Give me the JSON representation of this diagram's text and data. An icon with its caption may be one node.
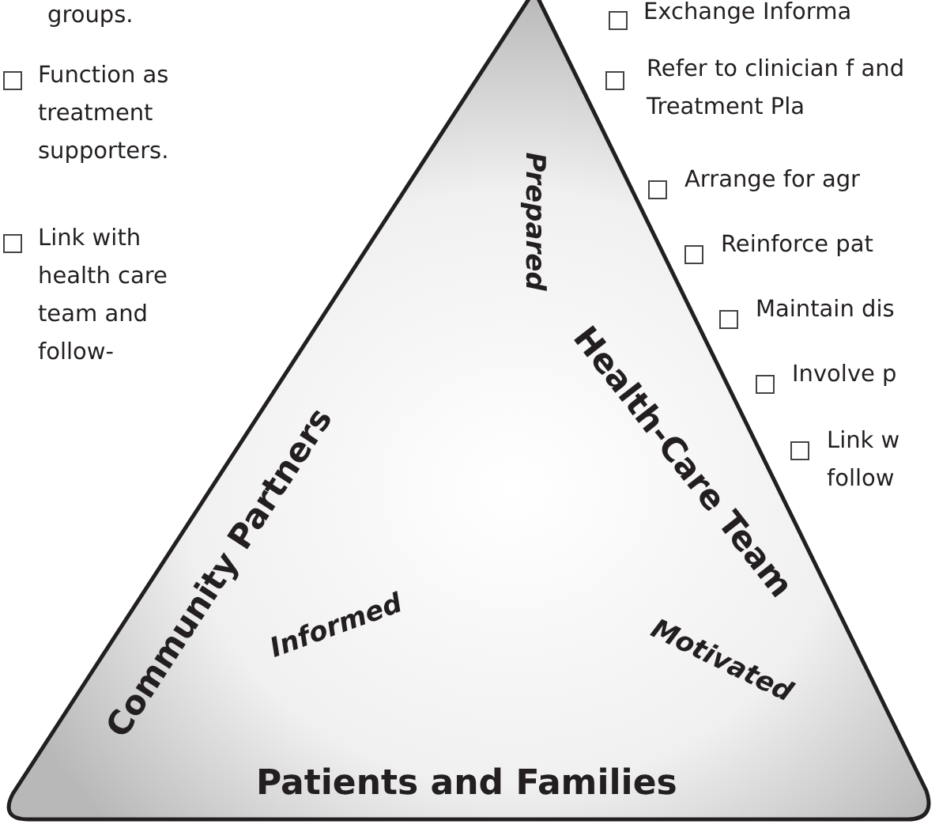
{
  "diagram": {
    "nodes": [
      {
        "text": [
          "Community Partners",
          "Health-Care Team",
          "Patients and Families",
          "Prepared",
          "Informed",
          "Motivated"
        ]
      }
    ],
    "edges": [],
    "labels": [
      "groups.",
      "Function as treatment supporters.",
      "Link with health care team and follow-",
      "Exchange Informa",
      "Refer to clinician f and Treatment Pla",
      "Arrange for agr",
      "Reinforce pat",
      "Maintain dis",
      "Involve p",
      "Link w follow"
    ]
  }
}
